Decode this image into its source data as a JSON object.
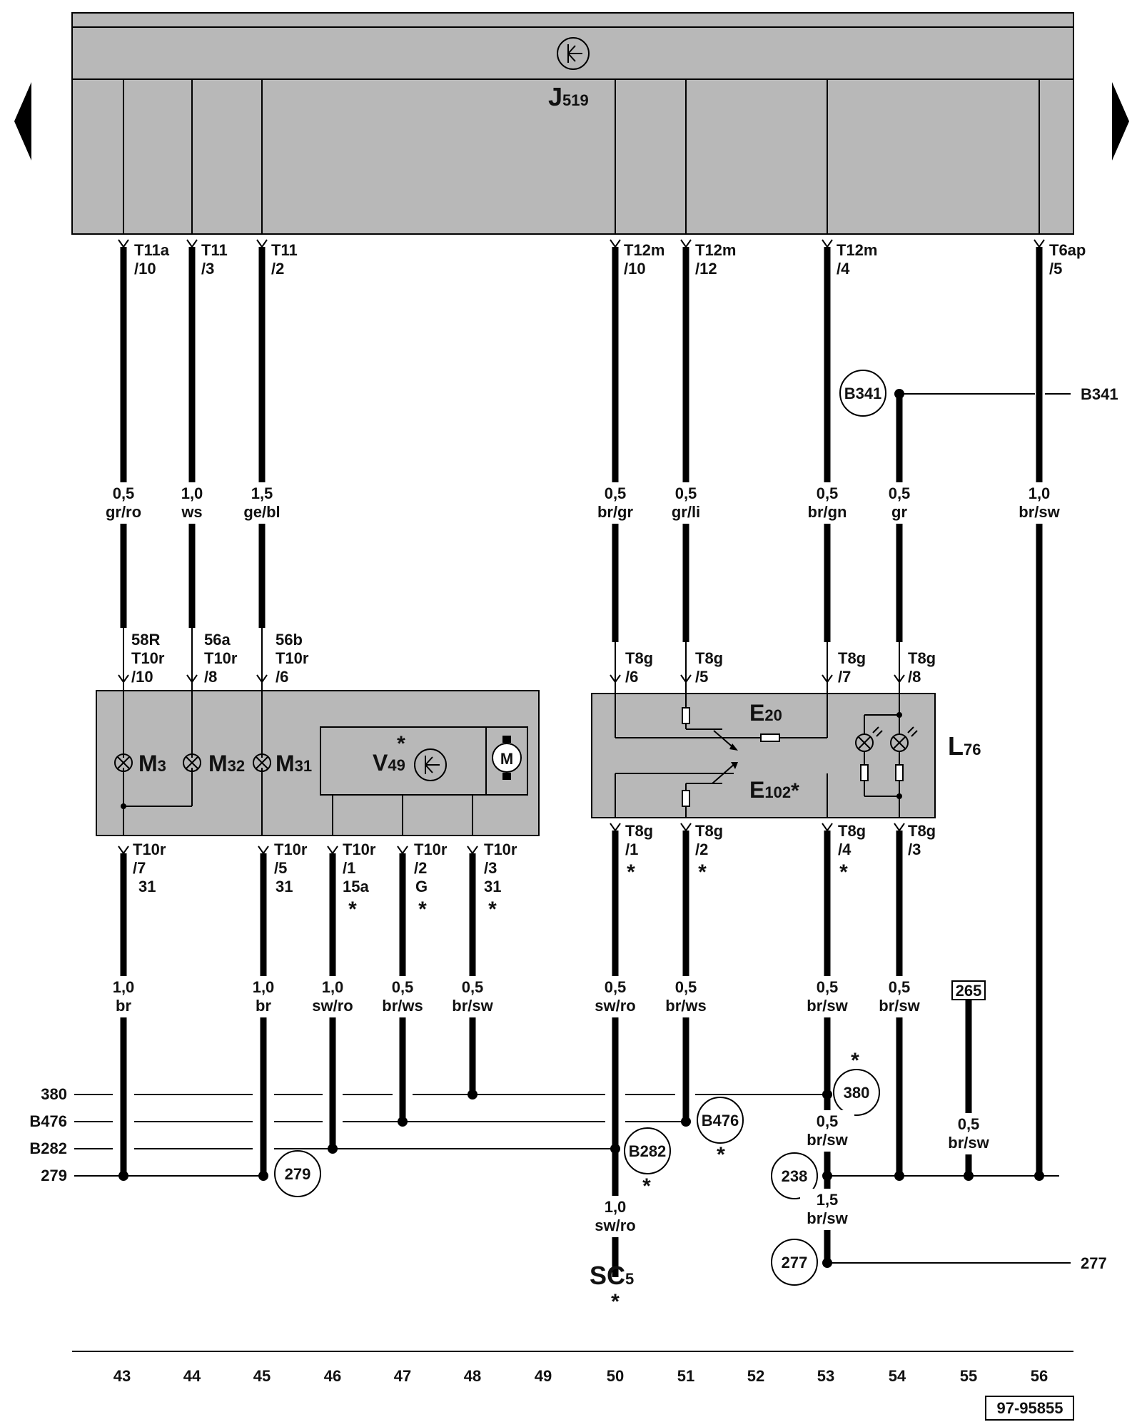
{
  "control_unit": {
    "name": "J",
    "sub": "519"
  },
  "nav": {
    "prev": "previous-page",
    "next": "next-page"
  },
  "top_connectors": [
    {
      "pin": "T11a",
      "num": "/10"
    },
    {
      "pin": "T11",
      "num": "/3"
    },
    {
      "pin": "T11",
      "num": "/2"
    },
    {
      "pin": "T12m",
      "num": "/10"
    },
    {
      "pin": "T12m",
      "num": "/12"
    },
    {
      "pin": "T12m",
      "num": "/4"
    },
    {
      "pin": "T6ap",
      "num": "/5"
    }
  ],
  "upper_wires": [
    {
      "size": "0,5",
      "color": "gr/ro"
    },
    {
      "size": "1,0",
      "color": "ws"
    },
    {
      "size": "1,5",
      "color": "ge/bl"
    },
    {
      "size": "0,5",
      "color": "br/gr"
    },
    {
      "size": "0,5",
      "color": "gr/li"
    },
    {
      "size": "0,5",
      "color": "br/gn"
    },
    {
      "size": "0,5",
      "color": "gr"
    },
    {
      "size": "1,0",
      "color": "br/sw"
    }
  ],
  "b341": {
    "label": "B341",
    "right_label": "B341"
  },
  "left_block": {
    "pins_in": [
      {
        "term": "58R",
        "pin": "T10r",
        "num": "/10"
      },
      {
        "term": "56a",
        "pin": "T10r",
        "num": "/8"
      },
      {
        "term": "56b",
        "pin": "T10r",
        "num": "/6"
      }
    ],
    "components": [
      {
        "name": "M",
        "sub": "3"
      },
      {
        "name": "M",
        "sub": "32"
      },
      {
        "name": "M",
        "sub": "31"
      }
    ],
    "v49": {
      "name": "V",
      "sub": "49",
      "star": "*",
      "motor": "M"
    },
    "pins_out": [
      {
        "pin": "T10r",
        "num": "/7",
        "term": "31",
        "star": ""
      },
      {
        "pin": "T10r",
        "num": "/5",
        "term": "31",
        "star": ""
      },
      {
        "pin": "T10r",
        "num": "/1",
        "term": "15a",
        "star": "*"
      },
      {
        "pin": "T10r",
        "num": "/2",
        "term": "G",
        "star": "*"
      },
      {
        "pin": "T10r",
        "num": "/3",
        "term": "31",
        "star": "*"
      }
    ]
  },
  "right_block": {
    "name": "L",
    "sub": "76",
    "e20": {
      "name": "E",
      "sub": "20"
    },
    "e102": {
      "name": "E",
      "sub": "102",
      "star": "*"
    },
    "pins_in": [
      {
        "pin": "T8g",
        "num": "/6"
      },
      {
        "pin": "T8g",
        "num": "/5"
      },
      {
        "pin": "T8g",
        "num": "/7"
      },
      {
        "pin": "T8g",
        "num": "/8"
      }
    ],
    "pins_out": [
      {
        "pin": "T8g",
        "num": "/1",
        "star": "*"
      },
      {
        "pin": "T8g",
        "num": "/2",
        "star": "*"
      },
      {
        "pin": "T8g",
        "num": "/4",
        "star": "*"
      },
      {
        "pin": "T8g",
        "num": "/3",
        "star": ""
      }
    ]
  },
  "lower_wires": [
    {
      "size": "1,0",
      "color": "br"
    },
    {
      "size": "1,0",
      "color": "br"
    },
    {
      "size": "1,0",
      "color": "sw/ro"
    },
    {
      "size": "0,5",
      "color": "br/ws"
    },
    {
      "size": "0,5",
      "color": "br/sw"
    },
    {
      "size": "0,5",
      "color": "sw/ro"
    },
    {
      "size": "0,5",
      "color": "br/ws"
    },
    {
      "size": "0,5",
      "color": "br/sw"
    },
    {
      "size": "0,5",
      "color": "br/sw"
    }
  ],
  "ref_265": "265",
  "wire_265": {
    "size": "0,5",
    "color": "br/sw"
  },
  "bus_labels": [
    "380",
    "B476",
    "B282",
    "279"
  ],
  "ground_points": {
    "p380": "380",
    "p380_star": "*",
    "pb476": "B476",
    "pb476_star": "*",
    "pb282": "B282",
    "pb282_star": "*",
    "p279": "279",
    "p238": "238",
    "p277": "277"
  },
  "wire_53_mid": {
    "size": "0,5",
    "color": "br/sw"
  },
  "wire_53_low": {
    "size": "1,5",
    "color": "br/sw"
  },
  "wire_50_low": {
    "size": "1,0",
    "color": "sw/ro"
  },
  "right_277": "277",
  "sc5": {
    "name": "SC",
    "sub": "5",
    "star": "*"
  },
  "track_numbers": [
    "43",
    "44",
    "45",
    "46",
    "47",
    "48",
    "49",
    "50",
    "51",
    "52",
    "53",
    "54",
    "55",
    "56"
  ],
  "ref_code": "97-95855"
}
